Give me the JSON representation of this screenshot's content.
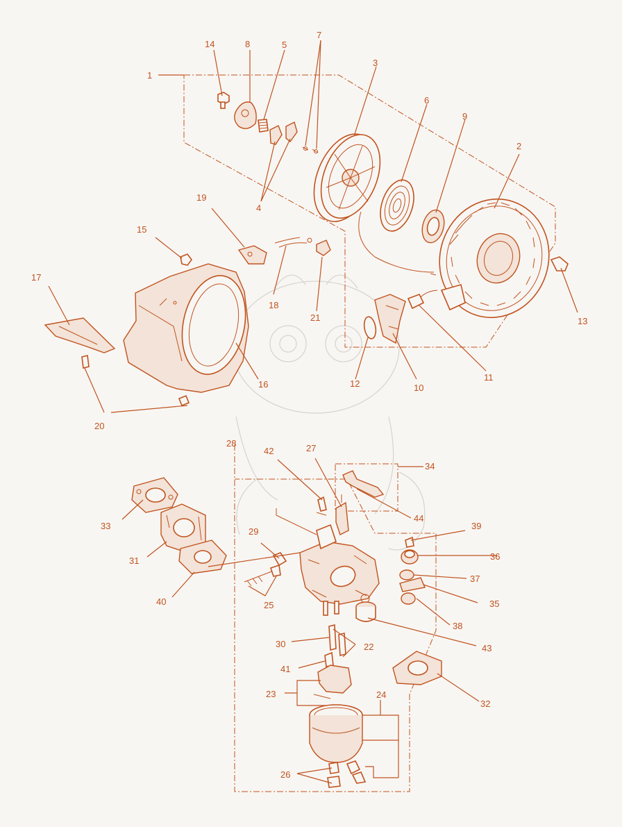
{
  "colors": {
    "ink": "#c0531e",
    "background": "#f8f6f3"
  },
  "callouts": [
    {
      "id": "c1",
      "text": "1"
    },
    {
      "id": "c2",
      "text": "2"
    },
    {
      "id": "c3",
      "text": "3"
    },
    {
      "id": "c4",
      "text": "4"
    },
    {
      "id": "c5",
      "text": "5"
    },
    {
      "id": "c6",
      "text": "6"
    },
    {
      "id": "c7",
      "text": "7"
    },
    {
      "id": "c8",
      "text": "8"
    },
    {
      "id": "c9",
      "text": "9"
    },
    {
      "id": "c10",
      "text": "10"
    },
    {
      "id": "c11",
      "text": "11"
    },
    {
      "id": "c12",
      "text": "12"
    },
    {
      "id": "c13",
      "text": "13"
    },
    {
      "id": "c14",
      "text": "14"
    },
    {
      "id": "c15",
      "text": "15"
    },
    {
      "id": "c16",
      "text": "16"
    },
    {
      "id": "c17",
      "text": "17"
    },
    {
      "id": "c18",
      "text": "18"
    },
    {
      "id": "c19",
      "text": "19"
    },
    {
      "id": "c20",
      "text": "20"
    },
    {
      "id": "c21",
      "text": "21"
    },
    {
      "id": "c22",
      "text": "22"
    },
    {
      "id": "c23",
      "text": "23"
    },
    {
      "id": "c24",
      "text": "24"
    },
    {
      "id": "c25",
      "text": "25"
    },
    {
      "id": "c26",
      "text": "26"
    },
    {
      "id": "c27",
      "text": "27"
    },
    {
      "id": "c28",
      "text": "28"
    },
    {
      "id": "c29",
      "text": "29"
    },
    {
      "id": "c30",
      "text": "30"
    },
    {
      "id": "c31",
      "text": "31"
    },
    {
      "id": "c32",
      "text": "32"
    },
    {
      "id": "c33",
      "text": "33"
    },
    {
      "id": "c34",
      "text": "34"
    },
    {
      "id": "c35",
      "text": "35"
    },
    {
      "id": "c36",
      "text": "36"
    },
    {
      "id": "c37",
      "text": "37"
    },
    {
      "id": "c38",
      "text": "38"
    },
    {
      "id": "c39",
      "text": "39"
    },
    {
      "id": "c40",
      "text": "40"
    },
    {
      "id": "c41",
      "text": "41"
    },
    {
      "id": "c42",
      "text": "42"
    },
    {
      "id": "c43",
      "text": "43"
    },
    {
      "id": "c44",
      "text": "44"
    }
  ]
}
